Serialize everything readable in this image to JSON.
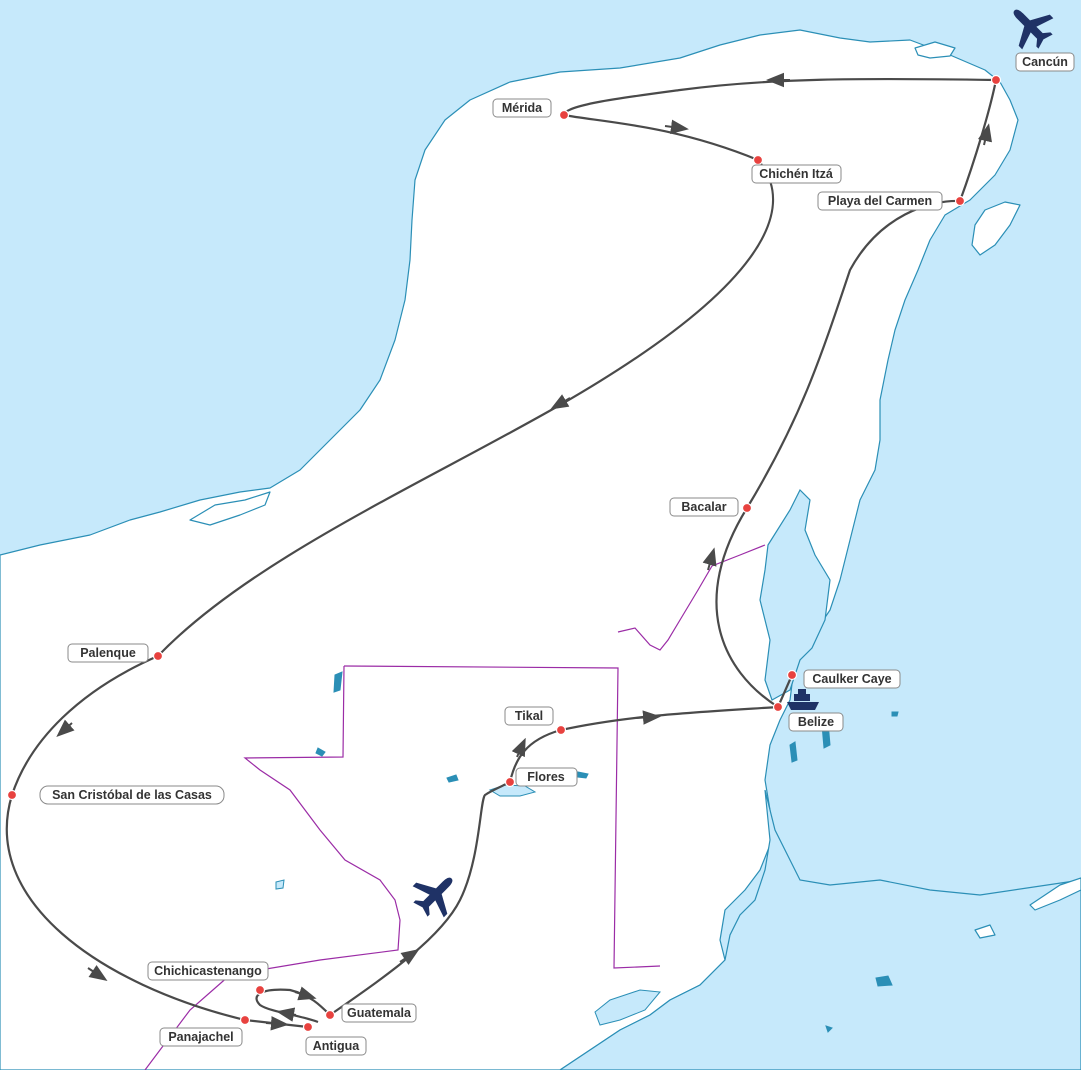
{
  "colors": {
    "water": "#c6e9fb",
    "land": "#ffffff",
    "coastline": "#2b8fb6",
    "border": "#9b2ca6",
    "route": "#4a4a4a",
    "stop": "#e8423f",
    "icon": "#1f3266"
  },
  "icons": {
    "flight_start": "airplane-icon",
    "flight_guatemala": "airplane-icon",
    "ferry": "ferry-boat-icon"
  },
  "stops": [
    {
      "id": "cancun",
      "label": "Cancún"
    },
    {
      "id": "merida",
      "label": "Mérida"
    },
    {
      "id": "chichen",
      "label": "Chichén Itzá"
    },
    {
      "id": "playa",
      "label": "Playa del Carmen"
    },
    {
      "id": "bacalar",
      "label": "Bacalar"
    },
    {
      "id": "palenque",
      "label": "Palenque"
    },
    {
      "id": "caulker",
      "label": "Caulker Caye"
    },
    {
      "id": "belize",
      "label": "Belize"
    },
    {
      "id": "tikal",
      "label": "Tikal"
    },
    {
      "id": "flores",
      "label": "Flores"
    },
    {
      "id": "sancristobal",
      "label": "San Cristóbal de las Casas"
    },
    {
      "id": "chichicastenango",
      "label": "Chichicastenango"
    },
    {
      "id": "guatemala",
      "label": "Guatemala"
    },
    {
      "id": "panajachel",
      "label": "Panajachel"
    },
    {
      "id": "antigua",
      "label": "Antigua"
    }
  ]
}
